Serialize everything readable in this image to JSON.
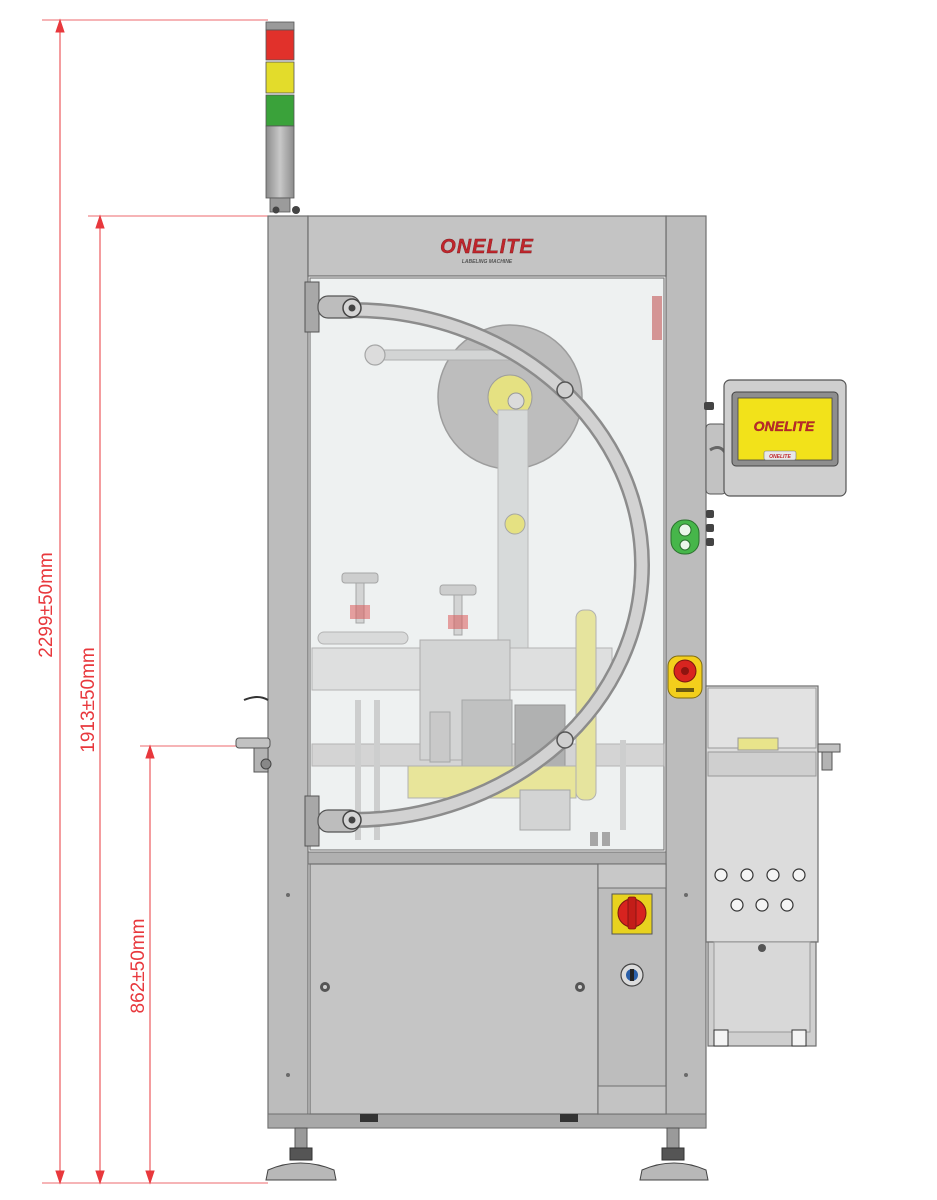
{
  "brand": {
    "logo_text": "ONELITE",
    "logo_tagline": "LABELING MACHINE",
    "screen_badge": "ONELITE"
  },
  "dimensions": {
    "overall_height": "2299±50mm",
    "frame_height": "1913±50mm",
    "table_height": "862±50mm"
  },
  "colors": {
    "dimension_line": "#e8383d",
    "frame": "#b9b9b9",
    "frame_dark": "#8f8f8f",
    "glass": "#eef1f1",
    "logo": "#c0262c",
    "beacon_red": "#e1312b",
    "beacon_yellow": "#e3dc2b",
    "beacon_green": "#3aa23a",
    "screen_yellow": "#f2e21a",
    "button_green": "#46b64a",
    "estop_yellow": "#f3cf1c",
    "estop_red": "#d8241f"
  },
  "icons": {
    "signal_tower": "signal-tower-icon",
    "touch_screen": "touch-screen-icon",
    "start_button": "start-button-icon",
    "emergency_stop": "emergency-stop-icon",
    "main_switch": "main-switch-icon",
    "key_switch": "key-switch-icon"
  }
}
